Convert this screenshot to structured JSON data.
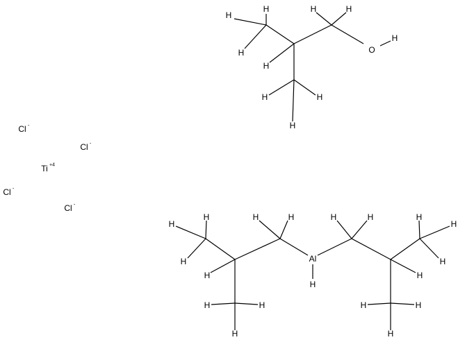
{
  "ions": {
    "chloride_1": {
      "symbol": "Cl",
      "charge": "-"
    },
    "chloride_2": {
      "symbol": "Cl",
      "charge": "-"
    },
    "chloride_3": {
      "symbol": "Cl",
      "charge": "-"
    },
    "chloride_4": {
      "symbol": "Cl",
      "charge": "-"
    },
    "titanium": {
      "symbol": "Ti",
      "charge": "+4"
    }
  },
  "isobutanol": {
    "oxygen": "O",
    "hydrogen": "H"
  },
  "diisobutylaluminum_hydride": {
    "aluminum": "Al",
    "hydrogen": "H"
  },
  "colors": {
    "ink": "#000000",
    "background": "#ffffff"
  }
}
